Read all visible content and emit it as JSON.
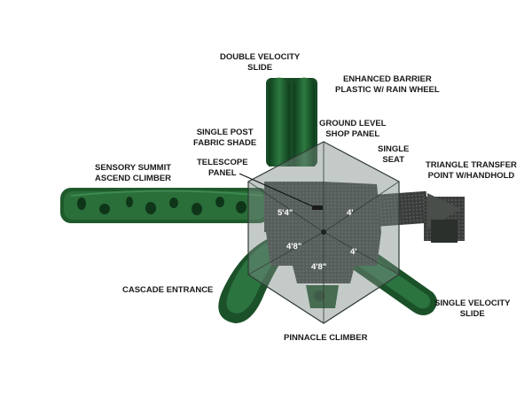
{
  "callouts": {
    "double_velocity_slide": [
      "DOUBLE VELOCITY",
      "SLIDE"
    ],
    "enhanced_barrier": [
      "ENHANCED BARRIER",
      "PLASTIC W/ RAIN WHEEL"
    ],
    "ground_level_shop_panel": [
      "GROUND LEVEL",
      "SHOP PANEL"
    ],
    "single_post_fabric_shade": [
      "SINGLE POST",
      "FABRIC SHADE"
    ],
    "single_seat": [
      "SINGLE",
      "SEAT"
    ],
    "telescope_panel": [
      "TELESCOPE",
      "PANEL"
    ],
    "triangle_transfer_point": [
      "TRIANGLE TRANSFER",
      "POINT W/HANDHOLD"
    ],
    "sensory_summit_climber": [
      "SENSORY SUMMIT",
      "ASCEND CLIMBER"
    ],
    "cascade_entrance": [
      "CASCADE ENTRANCE"
    ],
    "single_velocity_slide": [
      "SINGLE VELOCITY",
      "SLIDE"
    ],
    "pinnacle_climber": [
      "PINNACLE CLIMBER"
    ]
  },
  "deck_heights": {
    "deck_a": "5'4\"",
    "deck_b": "4'",
    "deck_c": "4'8\"",
    "deck_d": "4'",
    "deck_e": "4'8\""
  },
  "colors": {
    "equipment_green": "#1f5a2c",
    "deck_gray": "#3b3f3c",
    "shade_fabric": "#8a9590",
    "label_text": "#1a1a1a"
  }
}
